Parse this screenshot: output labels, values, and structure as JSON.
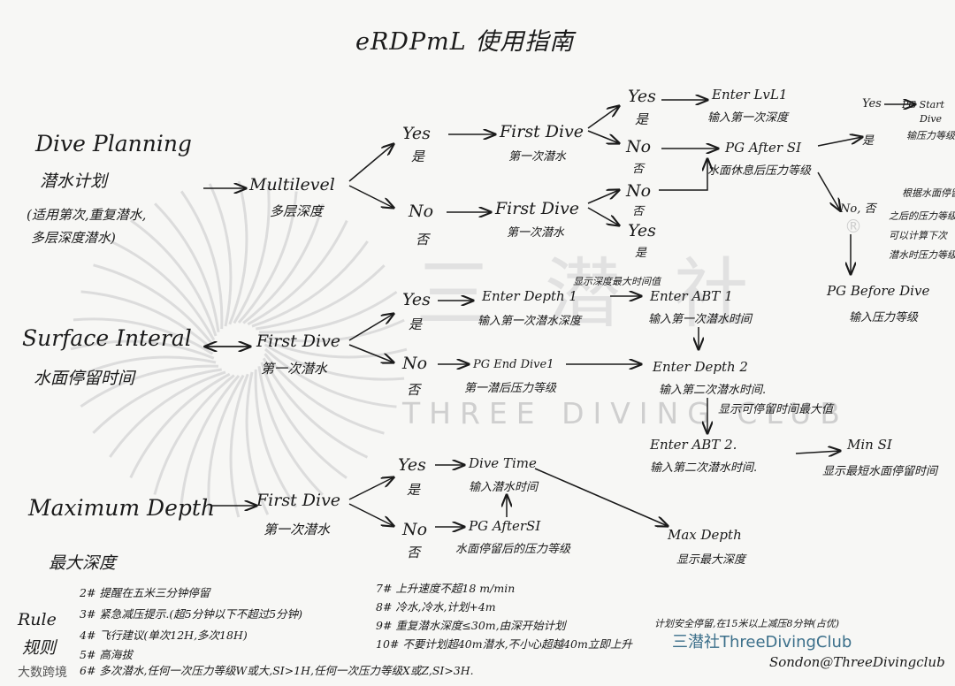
{
  "title": "eRDPmL  使用指南",
  "watermark": {
    "brand_cn": "三潜社",
    "brand_en": "THREE DIVING CLUB",
    "registered": "®"
  },
  "left": {
    "dive_planning": "Dive Planning",
    "dive_planning_cn": "潜水计划",
    "dive_planning_note1": "(适用第次,重复潜水,",
    "dive_planning_note2": "多层深度潜水)",
    "surface_interval": "Surface Interal",
    "surface_interval_cn": "水面停留时间",
    "max_depth": "Maximum Depth",
    "max_depth_cn": "最大深度"
  },
  "multilevel": {
    "label": "Multilevel",
    "cn": "多层深度"
  },
  "nodes": {
    "yes1": "Yes",
    "yes1_cn": "是",
    "no1": "No",
    "no1_cn": "否",
    "first_dive_a": "First Dive",
    "first_dive_a_cn": "第一次潜水",
    "first_dive_b": "First Dive",
    "first_dive_b_cn": "第一次潜水",
    "yes2": "Yes",
    "yes2_cn": "是",
    "no2": "No",
    "no2_cn": "否",
    "no3": "No",
    "no3_cn": "否",
    "yes3": "Yes",
    "yes3_cn": "是",
    "enter_lvl1": "Enter LvL1",
    "enter_lvl1_cn": "输入第一次深度",
    "pg_after_si_top": "PG After SI",
    "pg_after_si_top_cn": "水面休息后压力等级",
    "yes4": "Yes",
    "yes4_cn": "是",
    "pg_start_dive": "PG Start",
    "pg_start_dive2": "Dive",
    "pg_start_dive_cn": "输压力等级",
    "no_right": "No, 否",
    "no_right_note1": "根据水面停留",
    "no_right_note2": "之后的压力等级",
    "no_right_note3": "可以计算下次",
    "no_right_note4": "潜水时压力等级",
    "pg_before_dive": "PG Before Dive",
    "pg_before_dive_cn": "输入压力等级",
    "first_dive_si": "First Dive",
    "first_dive_si_cn": "第一次潜水",
    "yes_si": "Yes",
    "yes_si_cn": "是",
    "no_si": "No",
    "no_si_cn": "否",
    "enter_depth1": "Enter Depth 1",
    "enter_depth1_cn": "输入第一次潜水深度",
    "note_max_time": "显示深度最大时间值",
    "enter_abt1": "Enter ABT 1",
    "enter_abt1_cn": "输入第一次潜水时间",
    "pg_end_dive1": "PG End Dive1",
    "pg_end_dive1_cn": "第一潜后压力等级",
    "enter_depth2": "Enter Depth 2",
    "enter_depth2_cn": "输入第二次潜水时间.",
    "note_depth2": "显示可停留时间最大值",
    "enter_abt2": "Enter ABT 2.",
    "enter_abt2_cn": "输入第二次潜水时间.",
    "min_si": "Min SI",
    "min_si_cn": "显示最短水面停留时间",
    "first_dive_md": "First Dive",
    "first_dive_md_cn": "第一次潜水",
    "yes_md": "Yes",
    "yes_md_cn": "是",
    "no_md": "No",
    "no_md_cn": "否",
    "dive_time": "Dive Time",
    "dive_time_cn": "输入潜水时间",
    "pg_after_si_md": "PG AfterSI",
    "pg_after_si_md_cn": "水面停留后的压力等级",
    "max_depth_out": "Max Depth",
    "max_depth_out_cn": "显示最大深度"
  },
  "rules": {
    "label": "Rule",
    "label_cn": "规则",
    "items_left": [
      "2# 提醒在五米三分钟停留",
      "3# 紧急减压提示.(超5分钟以下不超过5分钟)",
      "4# 飞行建议(单次12H,多次18H)",
      "5# 高海拔",
      "6# 多次潜水,任何一次压力等级W或大,SI>1H,任何一次压力等级X或Z,SI>3H."
    ],
    "items_right": [
      "7# 上升速度不超18 m/min",
      "8# 冷水,冷水,计划+4m",
      "9# 重复潜水深度≤30m,由深开始计划",
      "10# 不要计划超40m潜水,不小心超越40m立即上升",
      "计划安全停留,在15米以上减压8分钟(占优)"
    ]
  },
  "footer": {
    "left_badge": "大数跨境",
    "brand": "三潜社ThreeDivingClub",
    "signature": "Sondon@ThreeDivingclub"
  }
}
